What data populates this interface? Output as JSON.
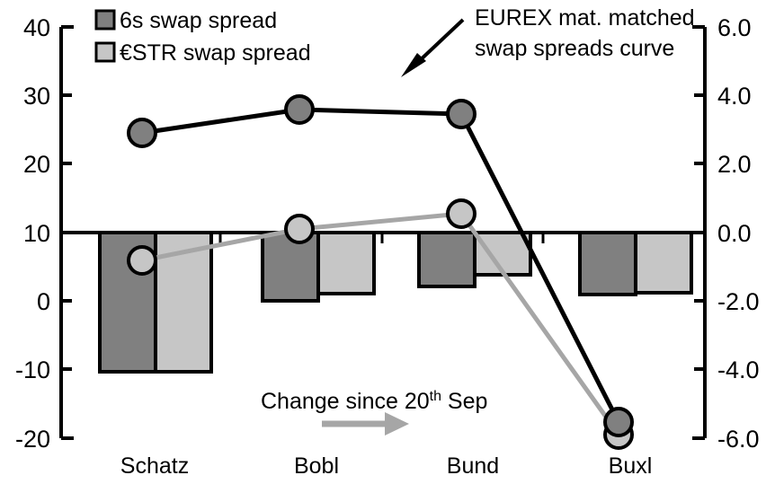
{
  "chart_data": {
    "type": "bar",
    "title": "",
    "categories": [
      "Schatz",
      "Bobl",
      "Bund",
      "Buxl"
    ],
    "series": [
      {
        "name": "6s swap spread",
        "type": "bar",
        "axis": "right",
        "color": "#808080",
        "values": [
          -4.05,
          -1.98,
          -1.58,
          -1.82
        ]
      },
      {
        "name": "€STR swap spread",
        "type": "bar",
        "axis": "right",
        "color": "#c6c6c6",
        "values": [
          -4.05,
          -1.78,
          -1.24,
          -1.76
        ]
      },
      {
        "name": "EUREX mat. matched swap spreads curve",
        "type": "line",
        "axis": "left",
        "color": "#000000",
        "marker_fill": "#808080",
        "values": [
          24.5,
          28.0,
          27.3,
          -18.0
        ]
      },
      {
        "name": "Change since 20th Sep",
        "type": "line",
        "axis": "left",
        "color": "#a6a6a6",
        "marker_fill": "#c6c6c6",
        "values": [
          6.0,
          10.5,
          12.8,
          -19.5
        ]
      }
    ],
    "left_axis": {
      "ticks": [
        "40",
        "30",
        "20",
        "10",
        "0",
        "-10",
        "-20"
      ],
      "values": [
        40,
        30,
        20,
        10,
        0,
        -10,
        -20
      ],
      "ylim": [
        -20,
        40
      ]
    },
    "right_axis": {
      "ticks": [
        "6.0",
        "4.0",
        "2.0",
        "0.0",
        "-2.0",
        "-4.0",
        "-6.0"
      ],
      "values": [
        6,
        4,
        2,
        0,
        -2,
        -4,
        -6
      ],
      "ylim": [
        -6,
        6
      ]
    },
    "xlabel": "",
    "ylabel": "",
    "grid": false,
    "legend_position": "top-left",
    "baseline_left_value": 10,
    "baseline_right_value": 0
  },
  "legend": {
    "items": [
      {
        "label": "6s swap spread",
        "swatch": "#808080"
      },
      {
        "label": "€STR swap spread",
        "swatch": "#c6c6c6"
      }
    ]
  },
  "annotations": {
    "curve_callout": {
      "line1": "EUREX mat. matched",
      "line2": "swap spreads curve",
      "icon": "arrow-down-left-icon"
    },
    "change_note": {
      "text_before": "Change since 20",
      "superscript": "th",
      "text_after": " Sep",
      "icon": "arrow-right-icon",
      "arrow_color": "#a6a6a6"
    }
  },
  "axis_labels": {
    "left": [
      "40",
      "30",
      "20",
      "10",
      "0",
      "-10",
      "-20"
    ],
    "right": [
      "6.0",
      "4.0",
      "2.0",
      "0.0",
      "-2.0",
      "-4.0",
      "-6.0"
    ],
    "categories": [
      "Schatz",
      "Bobl",
      "Bund",
      "Buxl"
    ]
  }
}
